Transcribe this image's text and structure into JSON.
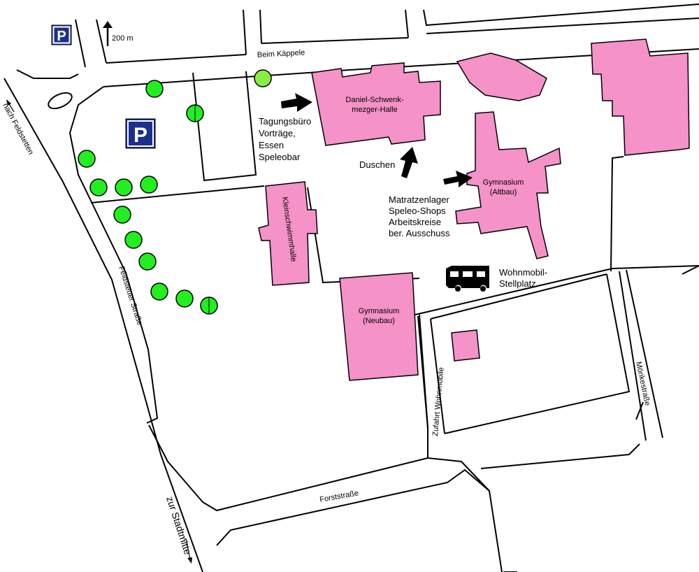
{
  "streets": {
    "beim_kaeppele": "Beim Käppele",
    "feldstetter_strasse": "Feldstetter Straße",
    "forststrasse": "Forststraße",
    "moerikestrasse": "Mörikestraße",
    "zufahrt_wohnmobile": "Zufahrt Wohnmobile"
  },
  "directions": {
    "nach_feldstetten": "nach Feldstetten",
    "zur_stadtmitte": "zur Stadtmitte",
    "distance_200m": "200 m"
  },
  "buildings": {
    "daniel_line1": "Daniel-Schwenk-",
    "daniel_line2": "mezger-Halle",
    "kleinschwimmhalle": "Kleinschwimmhalle",
    "altbau_line1": "Gymnasium",
    "altbau_line2": "(Altbau)",
    "neubau_line1": "Gymnasium",
    "neubau_line2": "(Neubau)"
  },
  "labels": {
    "tagung_lines": [
      "Tagungsbüro",
      "Vorträge,",
      "Essen",
      "Speleobar"
    ],
    "duschen": "Duschen",
    "matratzen_lines": [
      "Matratzenlager",
      "Speleo-Shops",
      "Arbeitskreise",
      "ber. Ausschuss"
    ],
    "wohnmobil_lines": [
      "Wohnmobil-",
      "Stellplatz"
    ]
  },
  "parking": {
    "symbol": "P"
  },
  "colors": {
    "building": "#f592c8",
    "tree": "#22ee22",
    "tree_light": "#88ee44",
    "parking": "#1c2f8c"
  },
  "icons": [
    "parking-icon",
    "motorhome-icon",
    "arrow-icon"
  ]
}
